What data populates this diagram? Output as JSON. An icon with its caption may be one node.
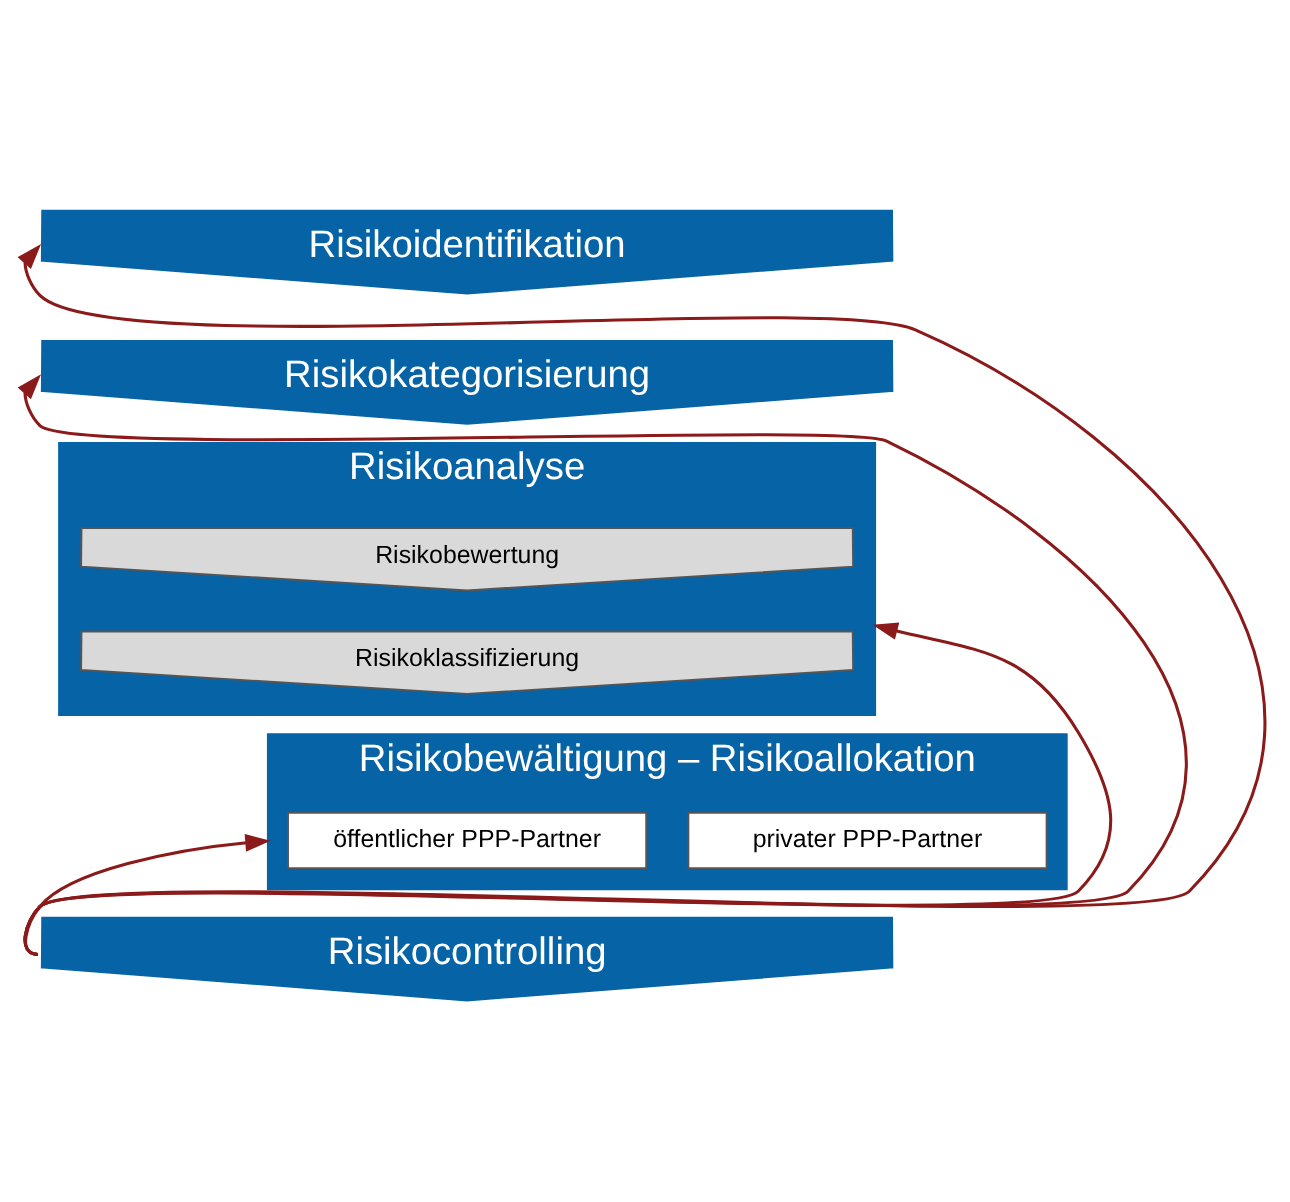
{
  "diagram": {
    "nodes": [
      {
        "text": [
          "Risikoidentifikation"
        ]
      },
      {
        "text": [
          "Risikokategorisierung"
        ]
      },
      {
        "text": [
          "Risikoanalyse"
        ]
      },
      {
        "text": [
          "Risikobewertung"
        ],
        "in": 2
      },
      {
        "text": [
          "Risikoklassifizierung"
        ],
        "in": 2
      },
      {
        "text": [
          "Risikobewältigung – Risikoallokation"
        ]
      },
      {
        "text": [
          "öffentlicher PPP-Partner"
        ],
        "in": 5
      },
      {
        "text": [
          "privater PPP-Partner"
        ],
        "in": 5
      },
      {
        "text": [
          "Risikocontrolling"
        ]
      }
    ],
    "edges": [
      {
        "from": 8,
        "to": 0,
        "arrow": "to"
      },
      {
        "from": 8,
        "to": 1,
        "arrow": "to"
      },
      {
        "from": 8,
        "to": 2,
        "arrow": "to"
      },
      {
        "from": 8,
        "to": 5,
        "arrow": "to"
      }
    ]
  }
}
